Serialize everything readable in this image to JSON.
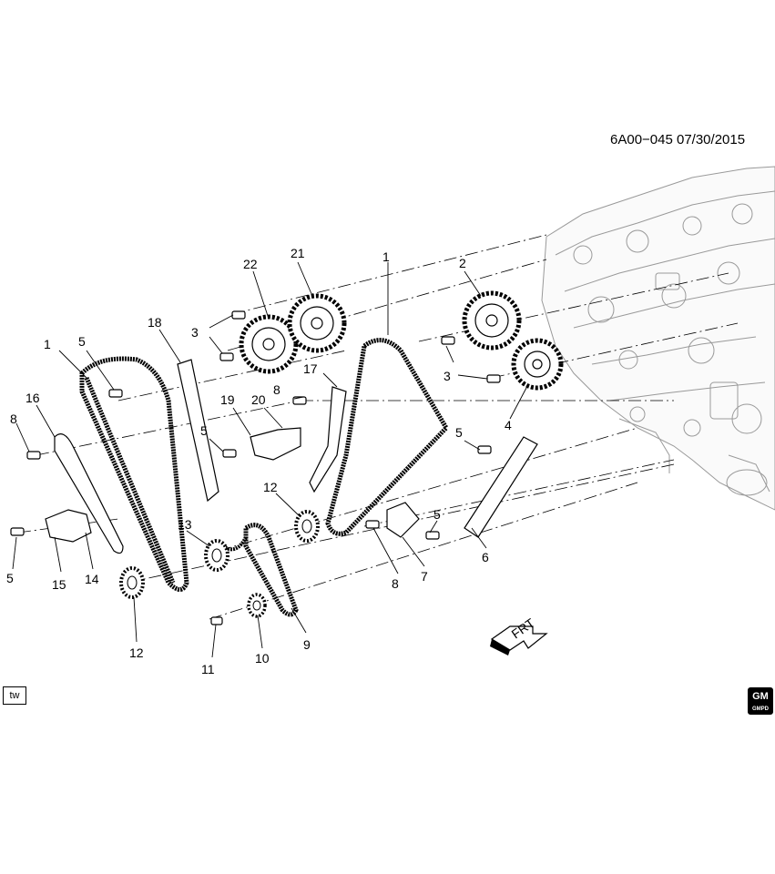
{
  "reference": "6A00−045  07/30/2015",
  "corner_label": "tw",
  "logo_text": "GM",
  "logo_subtext": "GMPD",
  "front_arrow_label": "FRT",
  "callouts": [
    "1",
    "2",
    "3",
    "4",
    "5",
    "6",
    "7",
    "8",
    "9",
    "10",
    "11",
    "12",
    "13",
    "14",
    "15",
    "16",
    "17",
    "18",
    "19",
    "20",
    "21",
    "22"
  ]
}
